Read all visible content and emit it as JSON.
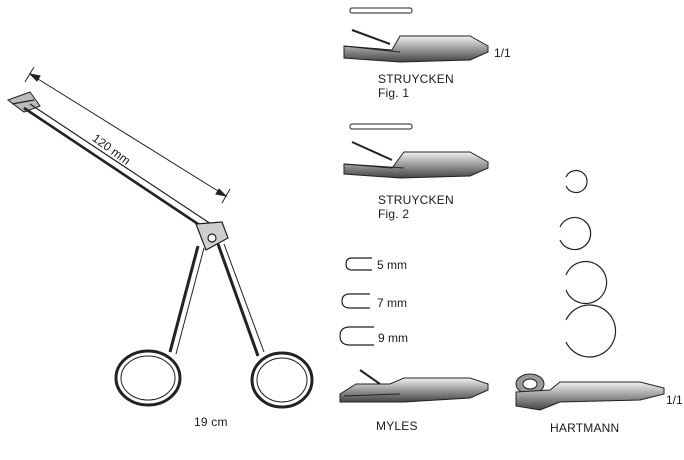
{
  "main_instrument": {
    "length_label": "19 cm",
    "shaft_length_label": "120 mm"
  },
  "variants": {
    "struycken": {
      "name": "STRUYCKEN",
      "fig1": "Fig. 1",
      "fig2": "Fig. 2",
      "scale": "1/1"
    },
    "myles": {
      "name": "MYLES",
      "cup_sizes": [
        "5 mm",
        "7 mm",
        "9 mm"
      ]
    },
    "hartmann": {
      "name": "HARTMANN",
      "scale": "1/1"
    }
  }
}
